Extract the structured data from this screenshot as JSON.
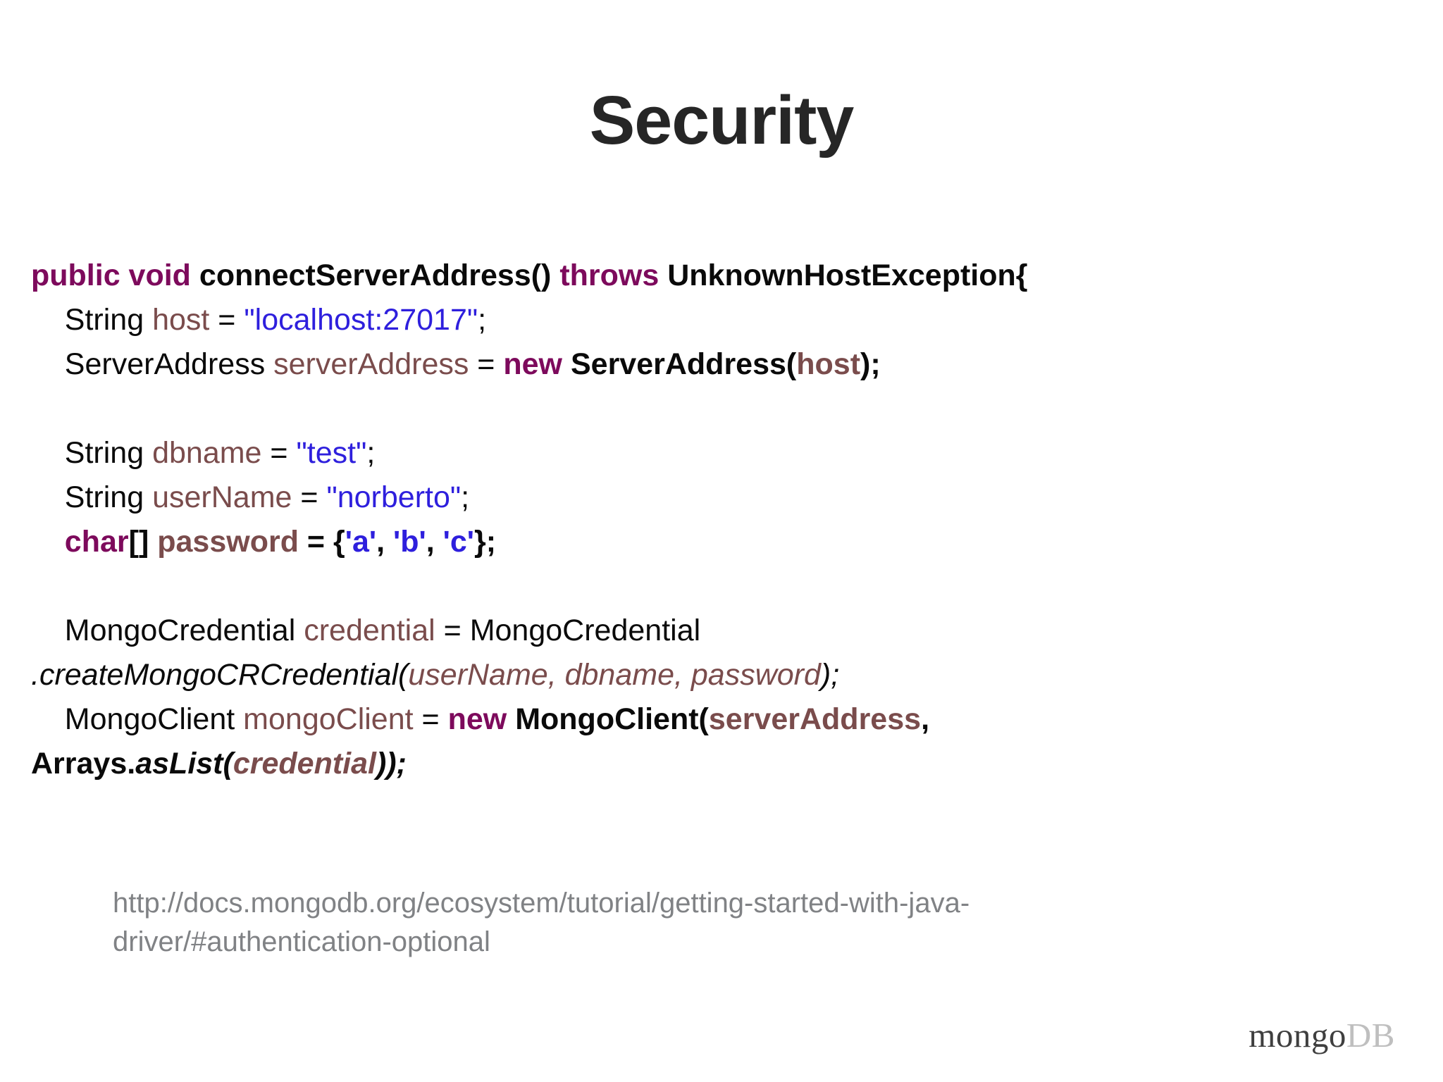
{
  "slide": {
    "title": "Security",
    "background_color": "#ffffff"
  },
  "colors": {
    "keyword": "#7d0a5c",
    "identifier": "#7a4c4c",
    "string": "#2e1fdd",
    "plain": "#0a0a0a",
    "reference": "#808285",
    "title": "#262626",
    "logo_mongo": "#3f3f3f",
    "logo_db": "#bfbfbf"
  },
  "code": {
    "language": "java",
    "full_text": "public void connectServerAddress() throws UnknownHostException{\n    String host = \"localhost:27017\";\n    ServerAddress serverAddress = new ServerAddress(host);\n\n    String dbname = \"test\";\n    String userName = \"norberto\";\n    char[] password = {'a', 'b', 'c'};\n\n    MongoCredential credential = MongoCredential\n.createMongoCRCredential(userName, dbname, password);\n    MongoClient mongoClient = new MongoClient(serverAddress,\nArrays.asList(credential));",
    "lines": [
      {
        "id": "line-1",
        "tokens": [
          {
            "t": "public void",
            "c": "kw"
          },
          {
            "t": " ",
            "c": "plain"
          },
          {
            "t": "connectServerAddress()",
            "c": "plain-b"
          },
          {
            "t": " ",
            "c": "plain"
          },
          {
            "t": "throws",
            "c": "kw"
          },
          {
            "t": " ",
            "c": "plain"
          },
          {
            "t": "UnknownHostException{",
            "c": "plain-b"
          }
        ]
      },
      {
        "id": "line-2",
        "tokens": [
          {
            "t": "    String ",
            "c": "plain"
          },
          {
            "t": "host",
            "c": "var"
          },
          {
            "t": " = ",
            "c": "plain"
          },
          {
            "t": "\"localhost:27017\"",
            "c": "str"
          },
          {
            "t": ";",
            "c": "plain"
          }
        ]
      },
      {
        "id": "line-3",
        "tokens": [
          {
            "t": "    ServerAddress ",
            "c": "plain"
          },
          {
            "t": "serverAddress",
            "c": "var"
          },
          {
            "t": " = ",
            "c": "plain"
          },
          {
            "t": "new",
            "c": "kw"
          },
          {
            "t": " ",
            "c": "plain"
          },
          {
            "t": "ServerAddress(",
            "c": "plain-b"
          },
          {
            "t": "host",
            "c": "var-b"
          },
          {
            "t": ");",
            "c": "plain-b"
          }
        ]
      },
      {
        "id": "line-4",
        "blank": true,
        "tokens": []
      },
      {
        "id": "line-5",
        "tokens": [
          {
            "t": "    String ",
            "c": "plain"
          },
          {
            "t": "dbname",
            "c": "var"
          },
          {
            "t": " = ",
            "c": "plain"
          },
          {
            "t": "\"test\"",
            "c": "str"
          },
          {
            "t": ";",
            "c": "plain"
          }
        ]
      },
      {
        "id": "line-6",
        "tokens": [
          {
            "t": "    String ",
            "c": "plain"
          },
          {
            "t": "userName",
            "c": "var"
          },
          {
            "t": " = ",
            "c": "plain"
          },
          {
            "t": "\"norberto\"",
            "c": "str"
          },
          {
            "t": ";",
            "c": "plain"
          }
        ]
      },
      {
        "id": "line-7",
        "tokens": [
          {
            "t": "    ",
            "c": "plain"
          },
          {
            "t": "char",
            "c": "kw"
          },
          {
            "t": "[] ",
            "c": "plain-b"
          },
          {
            "t": "password",
            "c": "var-b"
          },
          {
            "t": " = {",
            "c": "plain-b"
          },
          {
            "t": "'a'",
            "c": "str-b"
          },
          {
            "t": ", ",
            "c": "plain-b"
          },
          {
            "t": "'b'",
            "c": "str-b"
          },
          {
            "t": ", ",
            "c": "plain-b"
          },
          {
            "t": "'c'",
            "c": "str-b"
          },
          {
            "t": "};",
            "c": "plain-b"
          }
        ]
      },
      {
        "id": "line-8",
        "blank": true,
        "tokens": []
      },
      {
        "id": "line-9",
        "tokens": [
          {
            "t": "    MongoCredential ",
            "c": "plain"
          },
          {
            "t": "credential",
            "c": "var"
          },
          {
            "t": " = MongoCredential",
            "c": "plain"
          }
        ]
      },
      {
        "id": "line-10",
        "tokens": [
          {
            "t": ".createMongoCRCredential(",
            "c": "it"
          },
          {
            "t": "userName, dbname, password",
            "c": "var-it"
          },
          {
            "t": ");",
            "c": "it"
          }
        ]
      },
      {
        "id": "line-11",
        "tokens": [
          {
            "t": "    MongoClient ",
            "c": "plain"
          },
          {
            "t": "mongoClient",
            "c": "var"
          },
          {
            "t": " = ",
            "c": "plain"
          },
          {
            "t": "new",
            "c": "kw"
          },
          {
            "t": " ",
            "c": "plain"
          },
          {
            "t": "MongoClient(",
            "c": "plain-b"
          },
          {
            "t": "serverAddress",
            "c": "var-b"
          },
          {
            "t": ",",
            "c": "plain-b"
          }
        ]
      },
      {
        "id": "line-12",
        "tokens": [
          {
            "t": "Arrays.",
            "c": "plain-b"
          },
          {
            "t": "asList(",
            "c": "it-b"
          },
          {
            "t": "credential",
            "c": "var-it-b"
          },
          {
            "t": "));",
            "c": "it-b"
          }
        ]
      }
    ]
  },
  "reference": {
    "url": "http://docs.mongodb.org/ecosystem/tutorial/getting-started-with-java-driver/#authentication-optional"
  },
  "logo": {
    "mongo": "mongo",
    "db": "DB"
  }
}
